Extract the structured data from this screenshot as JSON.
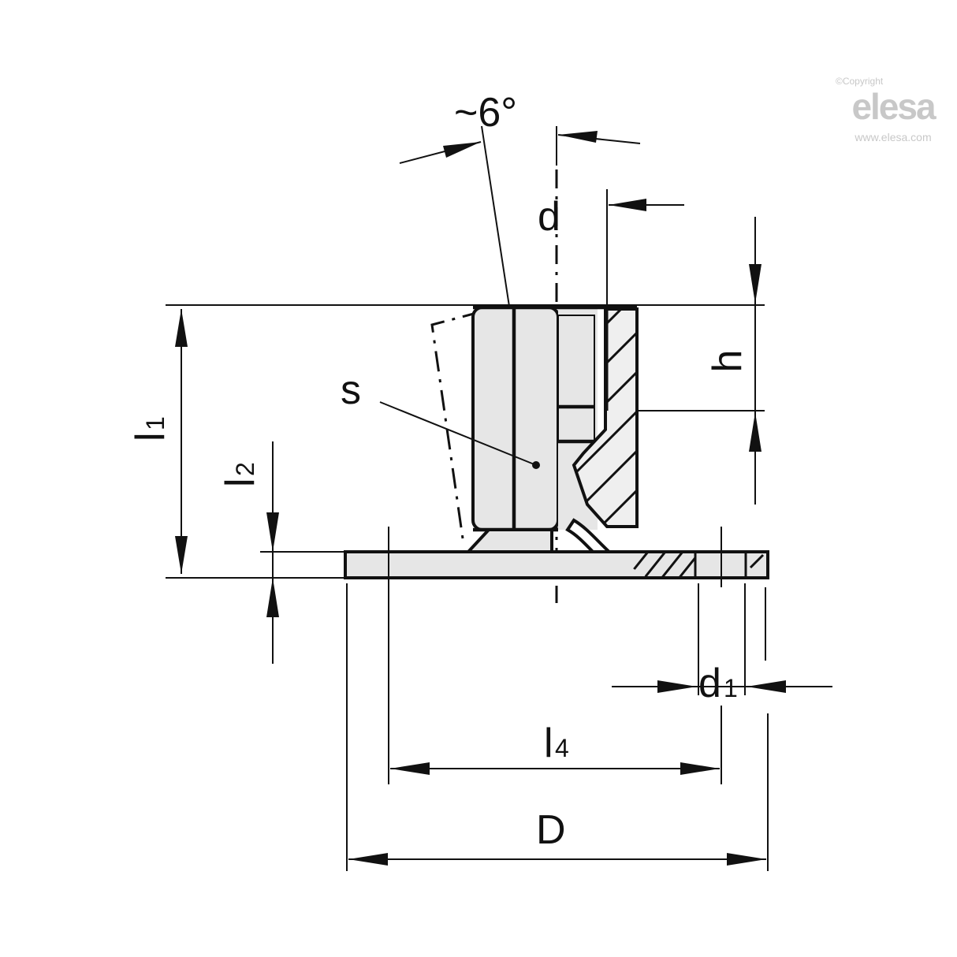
{
  "watermark": {
    "copyright": "©Copyright",
    "brand": "elesa",
    "url": "www.elesa.com",
    "color": "#c8c8c8"
  },
  "drawing": {
    "title": "Technical drawing of levelling element / swivel foot with hex nut",
    "angle_label": "~6°",
    "dimensions": {
      "d": {
        "main": "d",
        "sub": ""
      },
      "h": {
        "main": "h",
        "sub": ""
      },
      "s": {
        "main": "s",
        "sub": ""
      },
      "l1": {
        "main": "l",
        "sub": "1"
      },
      "l2": {
        "main": "l",
        "sub": "2"
      },
      "d1": {
        "main": "d",
        "sub": "1"
      },
      "l4": {
        "main": "l",
        "sub": "4"
      },
      "D": {
        "main": "D",
        "sub": ""
      }
    },
    "colors": {
      "line": "#111111",
      "fill": "#e6e6e6",
      "background": "#ffffff"
    }
  }
}
